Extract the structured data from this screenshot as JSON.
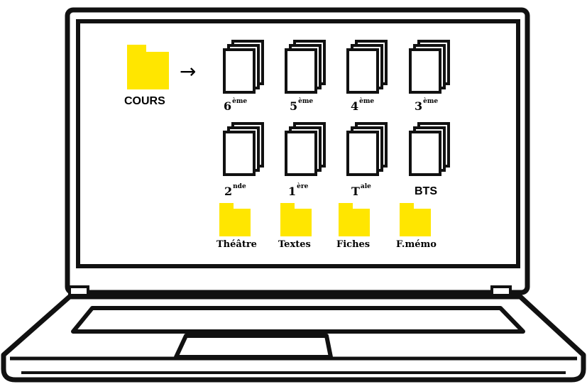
{
  "colors": {
    "outline": "#111111",
    "folder": "#ffe600",
    "background": "#ffffff"
  },
  "root_folder": {
    "label": "COURS",
    "icon": "folder-icon"
  },
  "arrow": {
    "glyph": "→"
  },
  "grades": [
    {
      "base": "6",
      "sup": "ème"
    },
    {
      "base": "5",
      "sup": "ème"
    },
    {
      "base": "4",
      "sup": "ème"
    },
    {
      "base": "3",
      "sup": "ème"
    },
    {
      "base": "2",
      "sup": "nde"
    },
    {
      "base": "1",
      "sup": "ère"
    },
    {
      "base": "T",
      "sup": "ale"
    },
    {
      "base": "BTS",
      "sup": ""
    }
  ],
  "subfolders": [
    {
      "label": "Théâtre"
    },
    {
      "label": "Textes"
    },
    {
      "label": "Fiches"
    },
    {
      "label": "F.mémo"
    }
  ]
}
